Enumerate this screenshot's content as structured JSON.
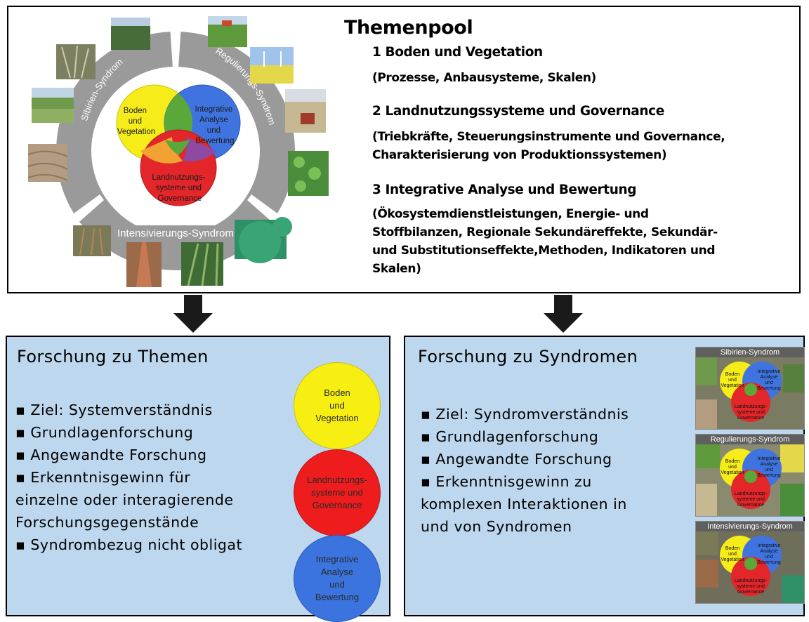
{
  "themenpool": {
    "title": "Themenpool",
    "items": [
      {
        "heading": "1 Boden und Vegetation",
        "sub": [
          "(Prozesse, Anbausysteme, Skalen)"
        ]
      },
      {
        "heading": "2 Landnutzungssysteme und Governance",
        "sub": [
          "(Triebkräfte, Steuerungsinstrumente und Governance,",
          "Charakterisierung von Produktionssystemen)"
        ]
      },
      {
        "heading": "3 Integrative Analyse und Bewertung",
        "sub": [
          "(Ökosystemdienstleistungen, Energie- und",
          "Stoffbilanzen, Regionale Sekundäreffekte, Sekundär-",
          "und Substitutionseffekte,Methoden, Indikatoren und",
          "Skalen)"
        ]
      }
    ]
  },
  "diagram": {
    "syndromes": {
      "sibirien": "Sibirien-Syndrom",
      "regulierung": "Regulierungs-Syndrom",
      "intensivierung": "Intensivierungs-Syndrom"
    },
    "circles": {
      "boden": [
        "Boden",
        "und",
        "Vegetation"
      ],
      "integrative": [
        "Integrative",
        "Analyse",
        "und",
        "Bewertung"
      ],
      "landnutzung": [
        "Landnutzungs-",
        "systeme und",
        "Governance"
      ]
    },
    "colors": {
      "yellow": "#f5ec1a",
      "blue": "#3f74e0",
      "red": "#e3262a",
      "green": "#5aa83a",
      "orange": "#f1a233",
      "ring": "#9a9a9a"
    }
  },
  "left_panel": {
    "title": "Forschung zu Themen",
    "bullets": [
      "Ziel: Systemverständnis",
      "Grundlagenforschung",
      "Angewandte Forschung",
      "Erkenntnisgewinn für"
    ],
    "bullet_cont": [
      "einzelne oder interagierende",
      "Forschungsgegenstände"
    ],
    "bullet_last": "Syndrombezug nicht obligat",
    "legend": {
      "boden": [
        "Boden",
        "und",
        "Vegetation"
      ],
      "landnutzung": [
        "Landnutzungs-",
        "systeme und",
        "Governance"
      ],
      "integrative": [
        "Integrative",
        "Analyse",
        "und",
        "Bewertung"
      ]
    }
  },
  "right_panel": {
    "title": "Forschung zu Syndromen",
    "bullets": [
      "Ziel: Syndromverständnis",
      "Grundlagenforschung",
      "Angewandte Forschung",
      "Erkenntnisgewinn zu"
    ],
    "bullet_cont": [
      "komplexen Interaktionen in",
      "und von Syndromen"
    ],
    "thumbnails": [
      {
        "title": "Sibirien-Syndrom",
        "boden": [
          "Boden",
          "und",
          "Vegetation"
        ],
        "integrative": [
          "Integrative",
          "Analyse",
          "und",
          "Bewertung"
        ],
        "landnutzung": [
          "Landnutzungs-",
          "systeme und",
          "Governance"
        ]
      },
      {
        "title": "Regulierungs-Syndrom",
        "boden": [
          "Boden",
          "und",
          "Vegetation"
        ],
        "integrative": [
          "Integrative",
          "Analyse",
          "und",
          "Bewertung"
        ],
        "landnutzung": [
          "Landnutzungs-",
          "systeme und",
          "Governance"
        ]
      },
      {
        "title": "Intensivierungs-Syndrom",
        "boden": [
          "Boden",
          "und",
          "Vegetation"
        ],
        "integrative": [
          "Integrative",
          "Analyse",
          "und",
          "Bewertung"
        ],
        "landnutzung": [
          "Landnutzungs-",
          "systeme und",
          "Governance"
        ]
      }
    ]
  }
}
